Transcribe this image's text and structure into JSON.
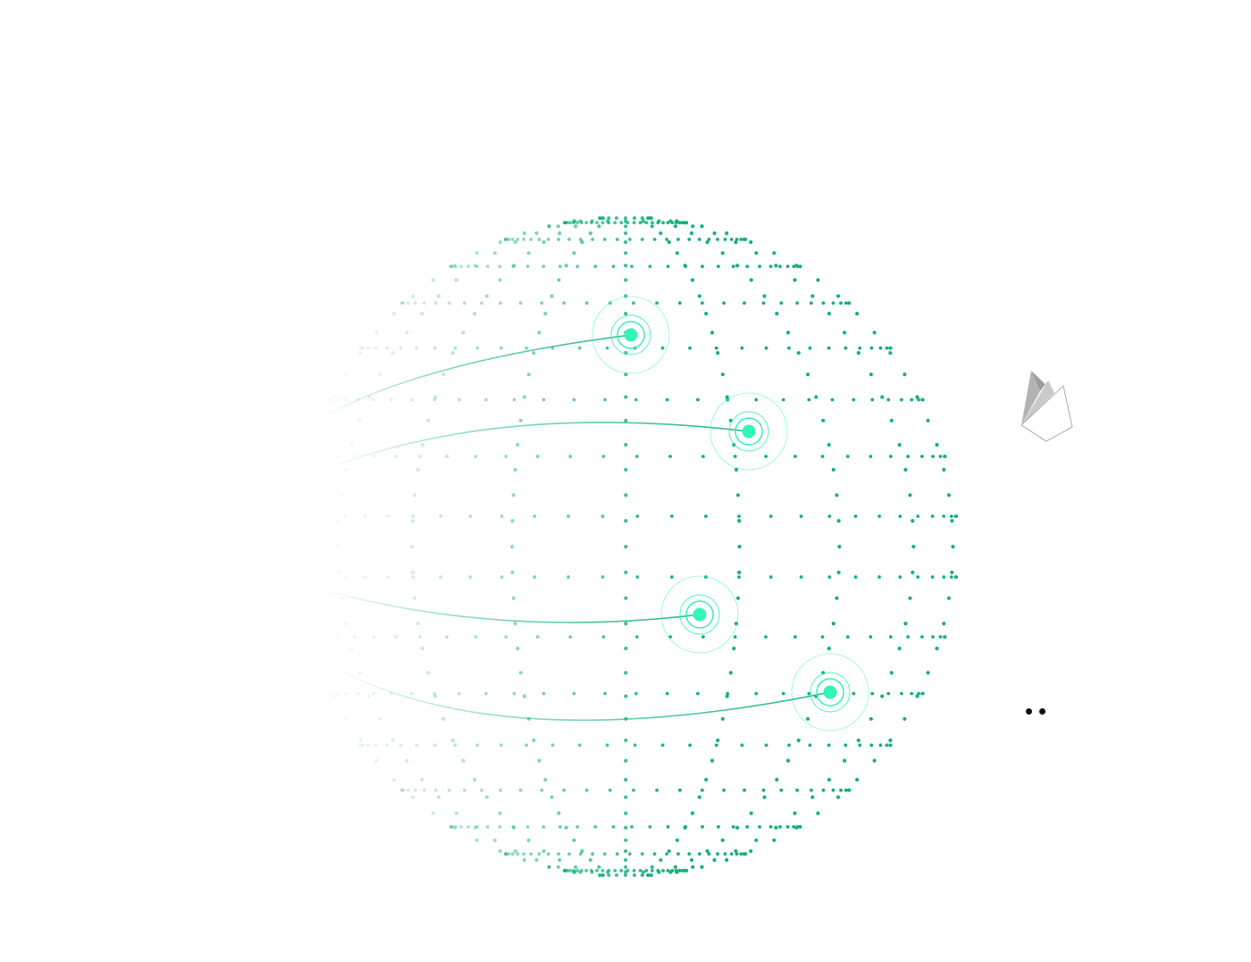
{
  "colors": {
    "globe_dot": "#14b07f",
    "arc_line": "#22b889",
    "marker_fill": "#34f5b6",
    "marker_ring": "#2ff0b0",
    "logo_dark": "#b3b3b3",
    "logo_outline": "#9a9a9a",
    "indicator": "#111111",
    "background": "#ffffff"
  },
  "globe": {
    "meridian_count": 18,
    "parallel_count": 17,
    "style": "dotted-sphere"
  },
  "markers": [
    {
      "id": "marker-1"
    },
    {
      "id": "marker-2"
    },
    {
      "id": "marker-3"
    },
    {
      "id": "marker-4"
    }
  ],
  "logo": {
    "icon": "firebase-logo-icon"
  },
  "indicator": {
    "icon": "more-dots-icon",
    "count": 2
  }
}
